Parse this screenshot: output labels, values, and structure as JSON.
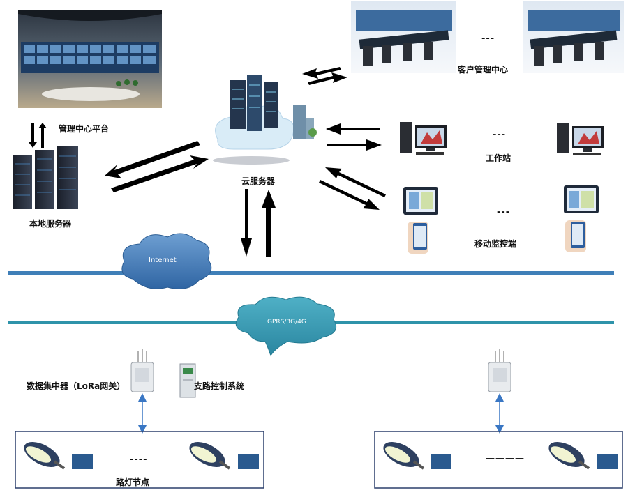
{
  "labels": {
    "mgmt_center_platform": "管理中心平台",
    "local_server": "本地服务器",
    "cloud_server": "云服务器",
    "customer_mgmt_center": "客户管理中心",
    "workstation": "工作站",
    "mobile_monitor": "移动监控端",
    "internet": "Internet",
    "cellular": "GPRS/3G/4G",
    "concentrator": "数据集中器（LoRa网关）",
    "branch_control": "支路控制系统",
    "streetlight_nodes": "路灯节点"
  },
  "separators": {
    "customer": "---",
    "workstation": "---",
    "mobile": "---",
    "nodes_left": "----",
    "nodes_right": "————"
  },
  "colors": {
    "network_line": "#3f7fb8",
    "cellular_line": "#2e93aa",
    "cloud_blue": "#3a6fae",
    "cloud_teal": "#2e8fa8",
    "arrow": "#000000",
    "link_arrow": "#3a77c4"
  }
}
